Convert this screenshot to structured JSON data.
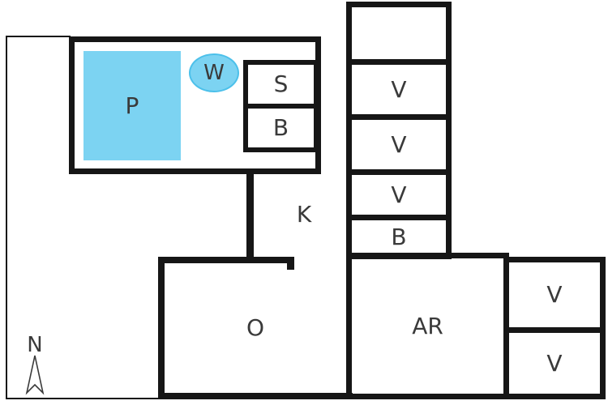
{
  "rooms": {
    "p": {
      "label": "P"
    },
    "w": {
      "label": "W"
    },
    "s": {
      "label": "S"
    },
    "b1": {
      "label": "B"
    },
    "v1": {
      "label": "V"
    },
    "v2": {
      "label": "V"
    },
    "v3": {
      "label": "V"
    },
    "b2": {
      "label": "B"
    },
    "k": {
      "label": "K"
    },
    "o": {
      "label": "O"
    },
    "ar": {
      "label": "AR"
    },
    "v4": {
      "label": "V"
    },
    "v5": {
      "label": "V"
    }
  },
  "compass": {
    "label": "N"
  },
  "colors": {
    "wall": "#161616",
    "background": "#ffffff",
    "pool_fill": "#7cd3f2",
    "pool_stroke": "#4cc0ea",
    "label": "#3a3a3a"
  }
}
